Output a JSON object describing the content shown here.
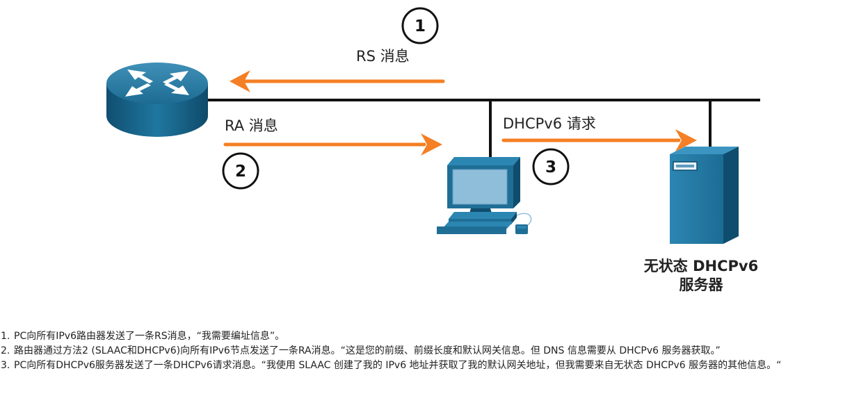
{
  "diagram": {
    "rs_label": "RS 消息",
    "ra_label": "RA 消息",
    "dhcp_label": "DHCPv6 请求",
    "steps": [
      "1",
      "2",
      "3"
    ],
    "server_caption_line1": "无状态 DHCPv6",
    "server_caption_line2": "服务器"
  },
  "colors": {
    "arrow": "#f47f24",
    "device_blue": "#1f6e96",
    "device_dark": "#0f4d6e",
    "line": "#111111"
  },
  "icons": [
    "router-icon",
    "pc-icon",
    "server-icon"
  ],
  "notes": [
    {
      "num": "1.",
      "text": "PC向所有IPv6路由器发送了一条RS消息，“我需要编址信息”。"
    },
    {
      "num": "2.",
      "text": "路由器通过方法2 (SLAAC和DHCPv6)向所有IPv6节点发送了一条RA消息。“这是您的前缀、前缀长度和默认网关信息。但 DNS 信息需要从 DHCPv6 服务器获取。”"
    },
    {
      "num": "3.",
      "text": "PC向所有DHCPv6服务器发送了一条DHCPv6请求消息。“我使用 SLAAC 创建了我的 IPv6 地址并获取了我的默认网关地址，但我需要来自无状态 DHCPv6 服务器的其他信息。“"
    }
  ]
}
